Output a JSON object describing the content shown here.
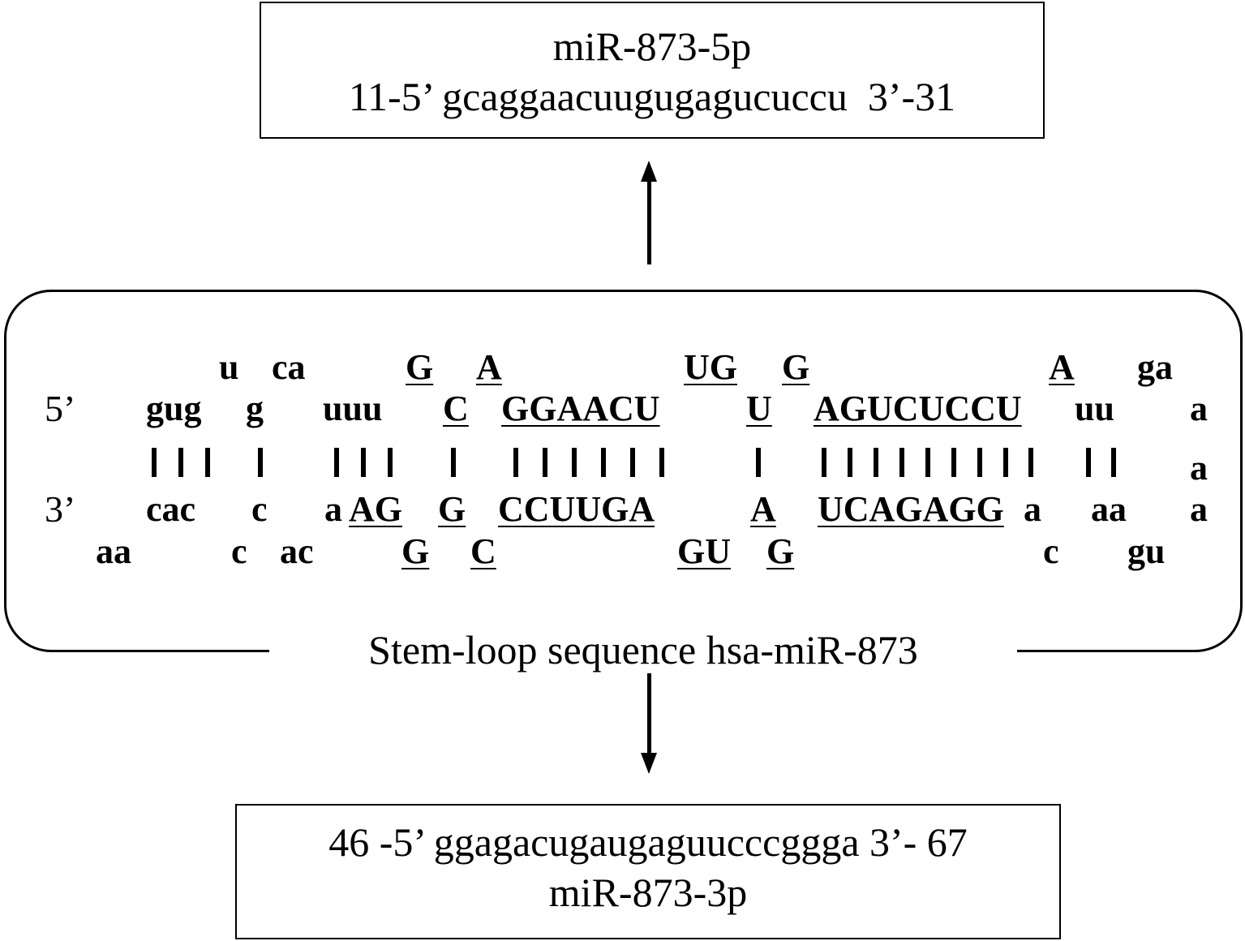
{
  "mature_5p": {
    "name": "miR-873-5p",
    "sequence_line": "11-5’ gcaggaacuugugagucuccu  3’-31"
  },
  "mature_3p": {
    "sequence_line": "46 -5’ ggagacugaugaguucccggga 3’- 67",
    "name": "miR-873-3p"
  },
  "stem_loop": {
    "caption": "Stem-loop sequence hsa-miR-873",
    "five_prime_label": "5’",
    "three_prime_label": "3’",
    "row1_top_unpaired": [
      "u",
      "ca",
      "G",
      "A",
      "UG",
      "G",
      "A",
      "ga"
    ],
    "row2_top_strand": [
      "gug",
      "g",
      "uuu",
      "C",
      "GGAACU",
      "U",
      "AGUCUCCU",
      "uu",
      "a"
    ],
    "row3_pairing": [
      "a"
    ],
    "row4_bottom_strand": [
      "cac",
      "c",
      "a",
      "AG",
      "G",
      "CCUUGA",
      "A",
      "UCAGAGG",
      "a",
      "aa",
      "a"
    ],
    "row5_bottom_unpaired": [
      "aa",
      "c",
      "ac",
      "G",
      "C",
      "GU",
      "G",
      "c",
      "gu"
    ]
  }
}
